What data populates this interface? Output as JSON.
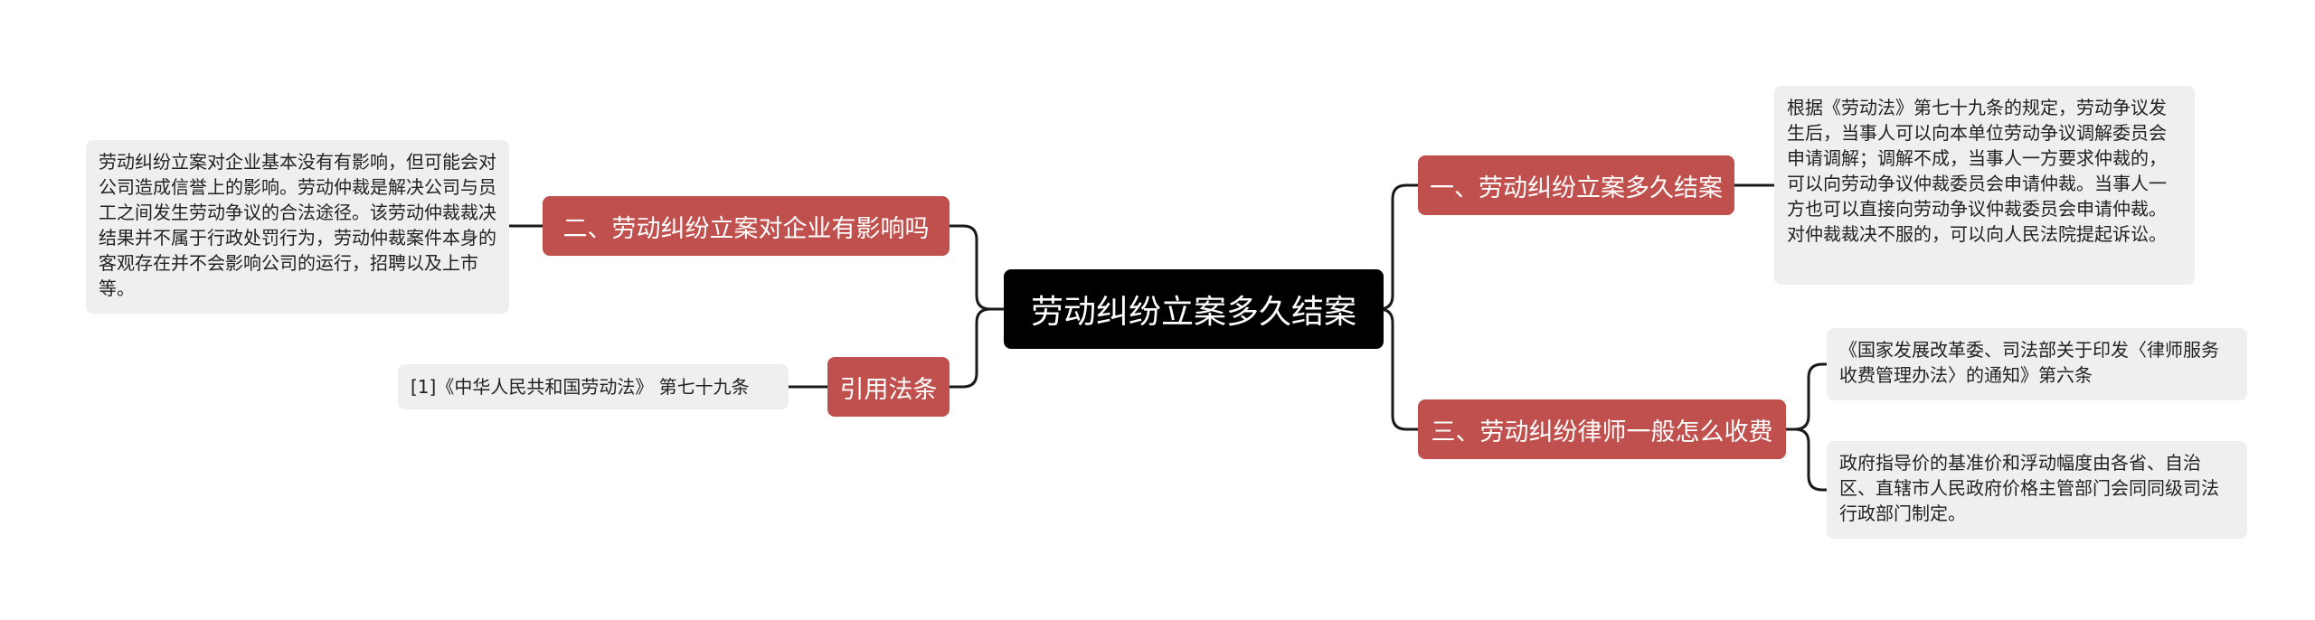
{
  "root": {
    "label": "劳动纠纷立案多久结案"
  },
  "branches": [
    {
      "label": "一、劳动纠纷立案多久结案",
      "leaves": [
        "根据《劳动法》第七十九条的规定，劳动争议发生后，当事人可以向本单位劳动争议调解委员会申请调解；调解不成，当事人一方要求仲裁的，可以向劳动争议仲裁委员会申请仲裁。当事人一方也可以直接向劳动争议仲裁委员会申请仲裁。对仲裁裁决不服的，可以向人民法院提起诉讼。"
      ]
    },
    {
      "label": "三、劳动纠纷律师一般怎么收费",
      "leaves": [
        "《国家发展改革委、司法部关于印发〈律师服务收费管理办法〉的通知》第六条",
        "政府指导价的基准价和浮动幅度由各省、自治区、直辖市人民政府价格主管部门会同同级司法行政部门制定。"
      ]
    },
    {
      "label": "二、劳动纠纷立案对企业有影响吗",
      "leaves": [
        "劳动纠纷立案对企业基本没有有影响，但可能会对公司造成信誉上的影响。劳动仲裁是解决公司与员工之间发生劳动争议的合法途径。该劳动仲裁裁决结果并不属于行政处罚行为，劳动仲裁案件本身的客观存在并不会影响公司的运行，招聘以及上市等。"
      ]
    },
    {
      "label": "引用法条",
      "leaves": [
        "[1]《中华人民共和国劳动法》 第七十九条"
      ]
    }
  ]
}
